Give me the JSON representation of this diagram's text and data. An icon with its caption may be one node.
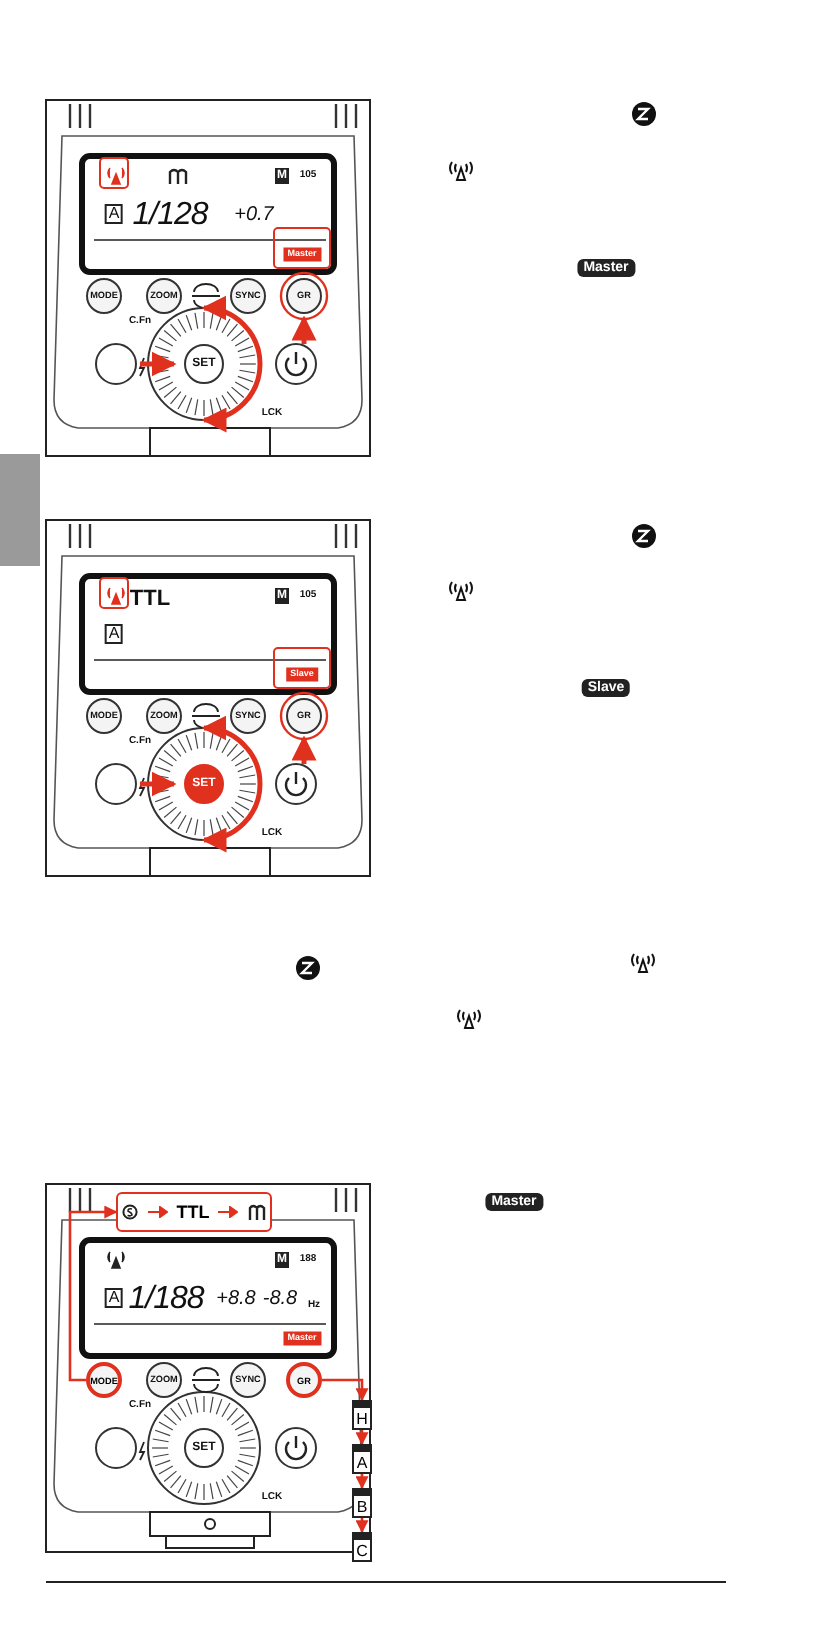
{
  "diagram": {
    "nodes": [
      {
        "text": [
          "TTL"
        ]
      },
      {
        "text": [
          "MODE"
        ]
      },
      {
        "text": [
          "GR"
        ]
      },
      {
        "text": [
          "H"
        ]
      },
      {
        "text": [
          "A"
        ]
      },
      {
        "text": [
          "B"
        ]
      },
      {
        "text": [
          "C"
        ]
      }
    ],
    "edges": [
      {
        "from": 1,
        "to": 0,
        "arrow": "to"
      },
      {
        "from": 2,
        "to": 3,
        "arrow": "to"
      },
      {
        "from": 3,
        "to": 4,
        "arrow": "to"
      },
      {
        "from": 4,
        "to": 5,
        "arrow": "to"
      },
      {
        "from": 5,
        "to": 6,
        "arrow": "to"
      }
    ],
    "labels": [
      "M",
      "105",
      "A",
      "1/128",
      "+0.7",
      "Master",
      "MODE",
      "ZOOM",
      "SYNC",
      "GR",
      "C.Fn",
      "SET",
      "LCK",
      "Master",
      "TTL",
      "M",
      "105",
      "A",
      "Slave",
      "MODE",
      "ZOOM",
      "SYNC",
      "GR",
      "C.Fn",
      "SET",
      "LCK",
      "Slave",
      "Master",
      "M",
      "188",
      "A",
      "1/188",
      "+8.8",
      "-8.8",
      "Hz",
      "Master",
      "ZOOM",
      "SYNC",
      "C.Fn",
      "SET",
      "LCK"
    ]
  }
}
